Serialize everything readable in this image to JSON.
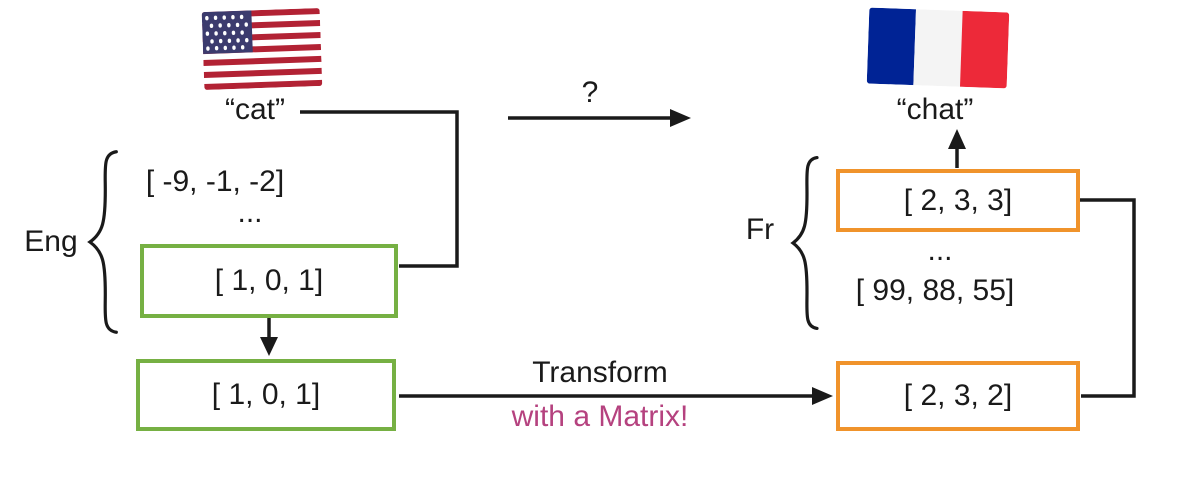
{
  "source": {
    "flag_name": "us-flag",
    "word": "“cat”",
    "group_label": "Eng",
    "vector_other": "[ -9, -1, -2]",
    "ellipsis": "...",
    "vector_word": "[ 1, 0, 1]",
    "vector_transform_input": "[ 1, 0, 1]"
  },
  "target": {
    "flag_name": "fr-flag",
    "word": "“chat”",
    "group_label": "Fr",
    "vector_word": "[ 2, 3, 3]",
    "ellipsis": "...",
    "vector_other": "[ 99, 88, 55]",
    "vector_transform_output": "[ 2, 3, 2]"
  },
  "labels": {
    "question": "?",
    "transform_line1": "Transform",
    "transform_line2": "with a Matrix!"
  },
  "colors": {
    "source_box": "#76B043",
    "target_box": "#F0932B",
    "matrix_text": "#B5427F",
    "line": "#1a1a1a"
  }
}
